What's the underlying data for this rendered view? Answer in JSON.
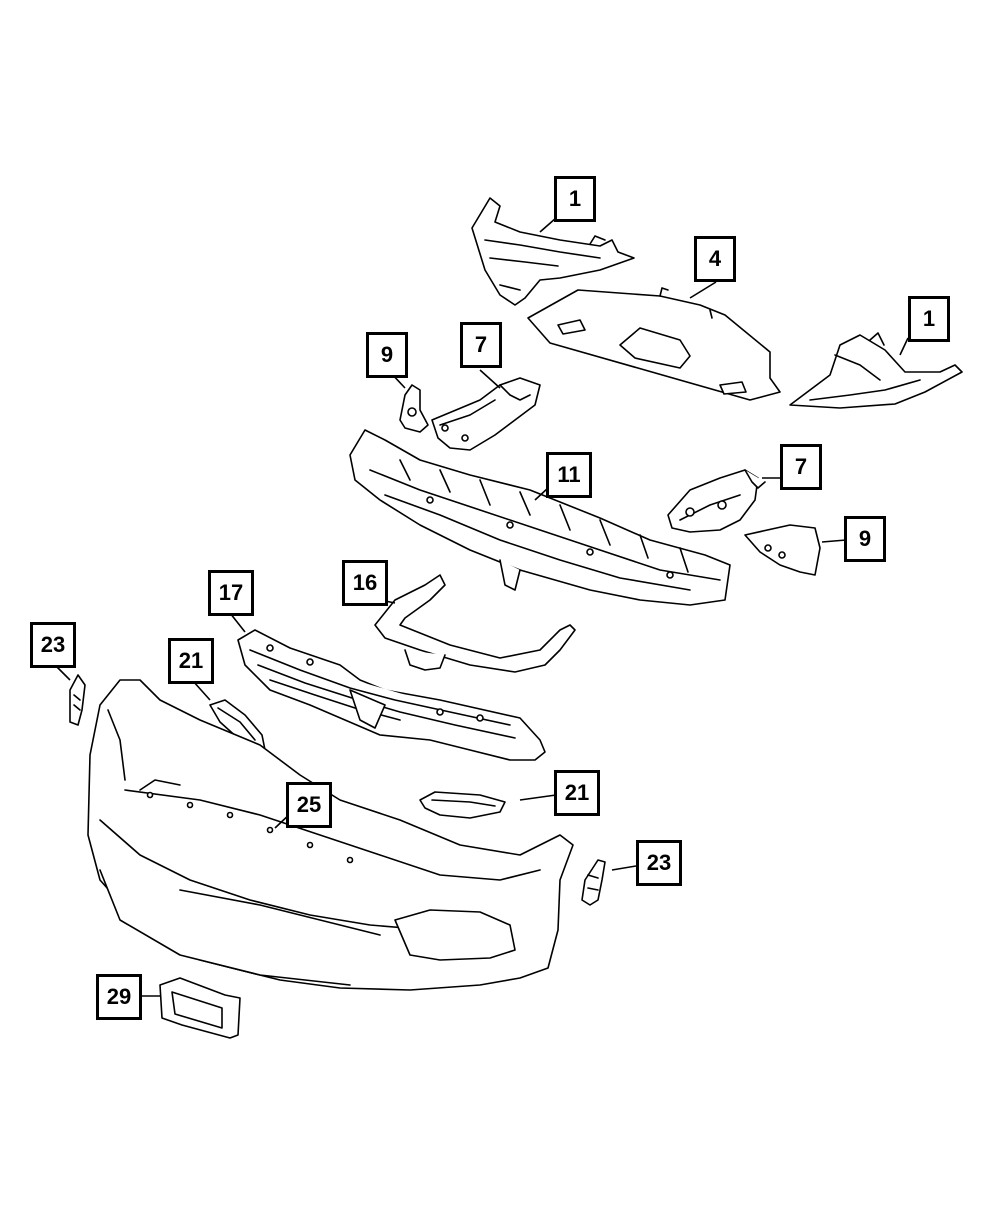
{
  "callouts": {
    "part_1_upper": "1",
    "part_1_right": "1",
    "part_4": "4",
    "part_7_upper": "7",
    "part_7_right": "7",
    "part_9_left": "9",
    "part_9_right": "9",
    "part_11": "11",
    "part_16": "16",
    "part_17": "17",
    "part_21_left": "21",
    "part_21_right": "21",
    "part_23_left": "23",
    "part_23_right": "23",
    "part_25": "25",
    "part_29": "29"
  }
}
